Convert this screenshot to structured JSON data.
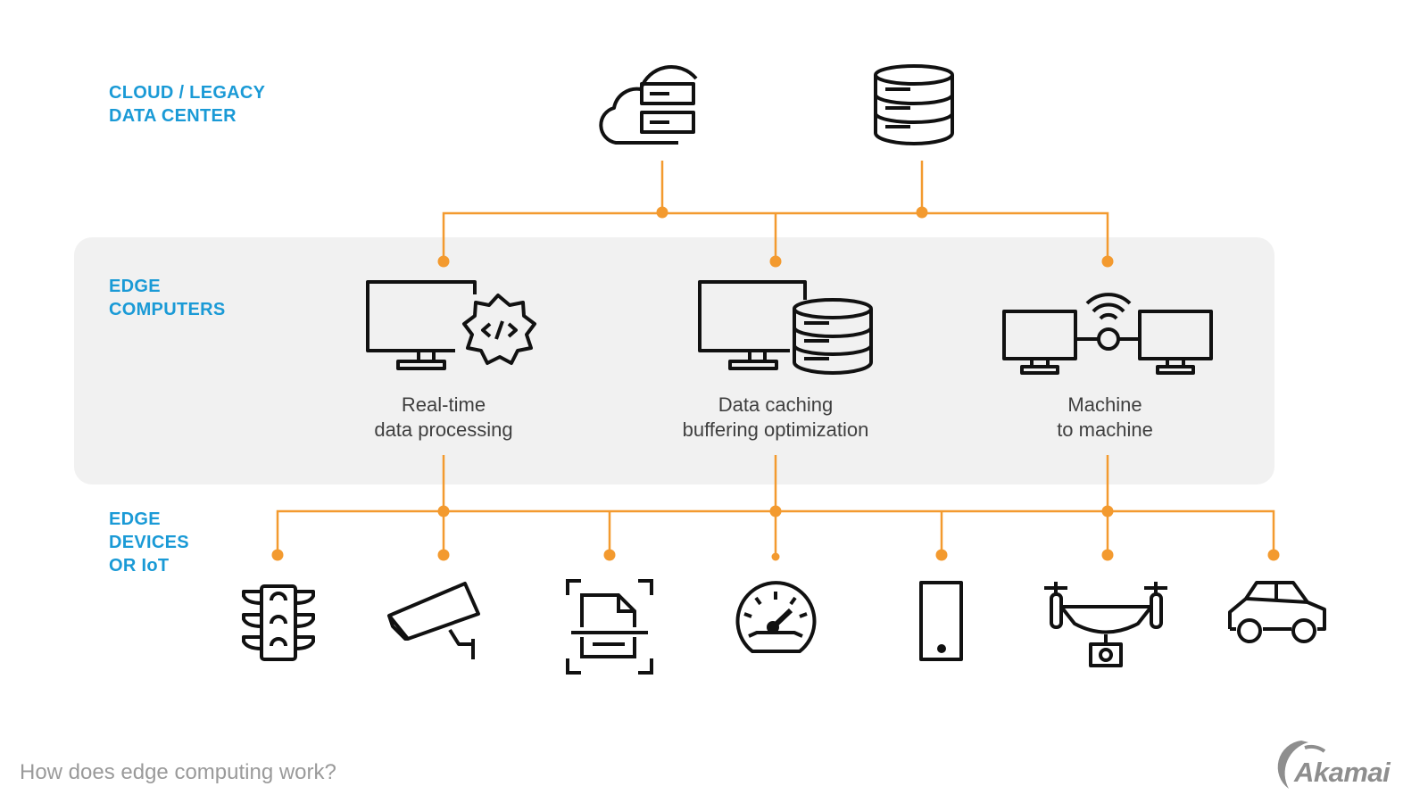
{
  "tiers": {
    "cloud": {
      "line1": "CLOUD / LEGACY",
      "line2": "DATA CENTER"
    },
    "edge_computers": {
      "line1": "EDGE",
      "line2": "COMPUTERS"
    },
    "edge_devices": {
      "line1": "EDGE",
      "line2": "DEVICES",
      "line3": "OR IoT"
    }
  },
  "edge_nodes": [
    {
      "line1": "Real-time",
      "line2": "data processing",
      "icon": "monitor-code-gear-icon"
    },
    {
      "line1": "Data caching",
      "line2": "buffering optimization",
      "icon": "monitor-database-icon"
    },
    {
      "line1": "Machine",
      "line2": "to machine",
      "icon": "machine-to-machine-icon"
    }
  ],
  "cloud_nodes": [
    "cloud-server-icon",
    "database-icon"
  ],
  "devices": [
    "traffic-light-icon",
    "security-camera-icon",
    "document-scan-icon",
    "speedometer-icon",
    "smartphone-icon",
    "drone-icon",
    "car-icon"
  ],
  "caption": "How does edge computing work?",
  "brand": "Akamai",
  "colors": {
    "connector": "#f39a2f",
    "tier_label": "#1a9ad6",
    "icon": "#111111",
    "band": "#f1f1f1"
  }
}
